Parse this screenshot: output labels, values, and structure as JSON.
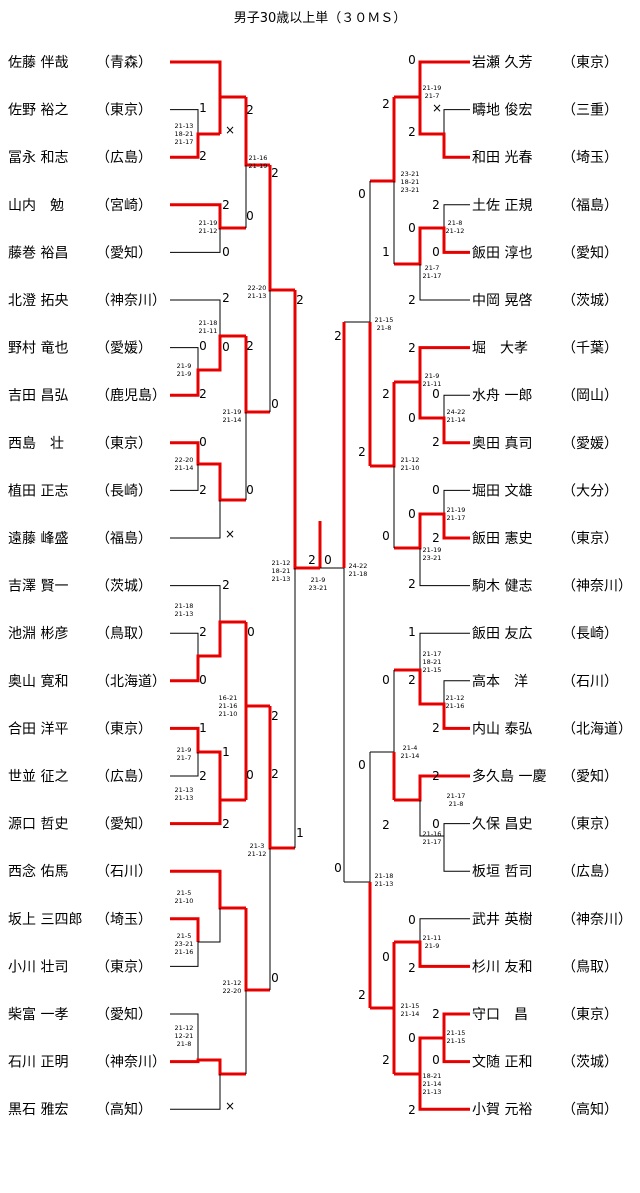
{
  "title": "男子30歳以上単（３０ＭＳ）",
  "players": {
    "left": [
      {
        "name": "佐藤 伴哉",
        "pref": "（青森）"
      },
      {
        "name": "佐野 裕之",
        "pref": "（東京）"
      },
      {
        "name": "冨永 和志",
        "pref": "（広島）"
      },
      {
        "name": "山内　勉",
        "pref": "（宮崎）"
      },
      {
        "name": "藤巻 裕昌",
        "pref": "（愛知）"
      },
      {
        "name": "北澄 拓央",
        "pref": "（神奈川）"
      },
      {
        "name": "野村 竜也",
        "pref": "（愛媛）"
      },
      {
        "name": "吉田 昌弘",
        "pref": "（鹿児島）"
      },
      {
        "name": "西島　壮",
        "pref": "（東京）"
      },
      {
        "name": "植田 正志",
        "pref": "（長崎）"
      },
      {
        "name": "遠藤 峰盛",
        "pref": "（福島）"
      },
      {
        "name": "吉澤 賢一",
        "pref": "（茨城）"
      },
      {
        "name": "池淵 彬彦",
        "pref": "（鳥取）"
      },
      {
        "name": "奥山 寛和",
        "pref": "（北海道）"
      },
      {
        "name": "合田 洋平",
        "pref": "（東京）"
      },
      {
        "name": "世並 征之",
        "pref": "（広島）"
      },
      {
        "name": "源口 哲史",
        "pref": "（愛知）"
      },
      {
        "name": "西念 佑馬",
        "pref": "（石川）"
      },
      {
        "name": "坂上 三四郎",
        "pref": "（埼玉）"
      },
      {
        "name": "小川 壮司",
        "pref": "（東京）"
      },
      {
        "name": "柴富 一孝",
        "pref": "（愛知）"
      },
      {
        "name": "石川 正明",
        "pref": "（神奈川）"
      },
      {
        "name": "黒石 雅宏",
        "pref": "（高知）"
      }
    ],
    "right": [
      {
        "name": "岩瀬 久芳",
        "pref": "（東京）"
      },
      {
        "name": "疇地 俊宏",
        "pref": "（三重）"
      },
      {
        "name": "和田 光春",
        "pref": "（埼玉）"
      },
      {
        "name": "土佐 正規",
        "pref": "（福島）"
      },
      {
        "name": "飯田 淳也",
        "pref": "（愛知）"
      },
      {
        "name": "中岡 晃啓",
        "pref": "（茨城）"
      },
      {
        "name": "堀　大孝",
        "pref": "（千葉）"
      },
      {
        "name": "水舟 一郎",
        "pref": "（岡山）"
      },
      {
        "name": "奥田 真司",
        "pref": "（愛媛）"
      },
      {
        "name": "堀田 文雄",
        "pref": "（大分）"
      },
      {
        "name": "飯田 憲史",
        "pref": "（東京）"
      },
      {
        "name": "駒木 健志",
        "pref": "（神奈川）"
      },
      {
        "name": "飯田 友広",
        "pref": "（長崎）"
      },
      {
        "name": "高本　洋",
        "pref": "（石川）"
      },
      {
        "name": "内山 泰弘",
        "pref": "（北海道）"
      },
      {
        "name": "多久島 一慶",
        "pref": "（愛知）"
      },
      {
        "name": "久保 昌史",
        "pref": "（東京）"
      },
      {
        "name": "板垣 哲司",
        "pref": "（広島）"
      },
      {
        "name": "武井 英樹",
        "pref": "（神奈川）"
      },
      {
        "name": "杉川 友和",
        "pref": "（鳥取）"
      },
      {
        "name": "守口　昌",
        "pref": "（東京）"
      },
      {
        "name": "文随 正和",
        "pref": "（茨城）"
      },
      {
        "name": "小賀 元裕",
        "pref": "（高知）"
      }
    ]
  },
  "scores": {
    "l1a_t": "1",
    "l1a_b": "2",
    "l1b_t": "2",
    "l1b_b": "0",
    "l1c_t": "0",
    "l1c_b": "2",
    "l1d_t": "2",
    "l1d_b": "0",
    "l1e_t": "0",
    "l1e_b": "2",
    "l1f_t": "2",
    "l1f_b": "0",
    "l1g_t": "2",
    "l1g_b": "0",
    "l1h_t": "1",
    "l1h_b": "2",
    "l2a_t": "2",
    "l2a_b": "0",
    "l2b_t": "2",
    "l2b_b": "0",
    "l2c_t": "1",
    "l2c_b": "2",
    "l2d_t": "2",
    "l2d_b": "0",
    "l3a_t": "2",
    "l3a_b": "0",
    "l3b_t": "2",
    "l3b_b": "0",
    "l4_t": "2",
    "l4_b": "1",
    "f_l": "2",
    "f_r": "0",
    "r1a_t": "0",
    "r1a_b": "2",
    "r1b_t": "2",
    "r1b_b": "0",
    "r1c_t": "0",
    "r1c_b": "2",
    "r1d_t": "2",
    "r1d_b": "0",
    "r1e_t": "2",
    "r1e_b": "0",
    "r1f_t": "2",
    "r1f_b": "0",
    "r1g_t": "0",
    "r1g_b": "2",
    "r1h_t": "1",
    "r1h_b": "0",
    "r2a_t": "2",
    "r2a_b": "0",
    "r2b_t": "2",
    "r2b_b": "1",
    "r2c_t": "0",
    "r2c_b": "2",
    "r2d_t": "0",
    "r2d_b": "2",
    "r2e_t": "2",
    "r2e_b": "0",
    "r2f_t": "2",
    "r2f_b": "0",
    "r2g_t": "0",
    "r2g_b": "2",
    "r2h_t": "2",
    "r2h_b": "0",
    "r3a_t": "0",
    "r3a_b": "2",
    "r3b_t": "0",
    "r3b_b": "2",
    "r4_t": "2",
    "r4_b": "0",
    "r5_t": "0",
    "r5_b": "2",
    "wo_l1": "×",
    "wo_l2": "×",
    "wo_r1": "×"
  },
  "game_scores": {
    "l1a": [
      "21-13",
      "18-21",
      "21-17"
    ],
    "l1b": [
      "21-19",
      "21-12"
    ],
    "l1c": [
      "21-18",
      "21-11"
    ],
    "l1d": [
      "21-9",
      "21-9"
    ],
    "l1e": [
      "22-20",
      "21-14"
    ],
    "l1f": [
      "21-18",
      "21-13"
    ],
    "l1g": [
      "21-9",
      "21-7"
    ],
    "l1h": [
      "21-13",
      "21-13"
    ],
    "l1i": [
      "21-5",
      "21-10"
    ],
    "l1j": [
      "21-5",
      "23-21",
      "21-16"
    ],
    "l1k": [
      "21-12",
      "12-21",
      "21-8"
    ],
    "l2a": [
      "21-16",
      "21-19"
    ],
    "l2b": [
      "21-19",
      "21-14"
    ],
    "l2c": [
      "16-21",
      "21-16",
      "21-10"
    ],
    "l2d": [
      "21-12",
      "22-20"
    ],
    "l3a": [
      "22-20",
      "21-13"
    ],
    "l3b": [
      "21-3",
      "21-12"
    ],
    "l4": [
      "21-12",
      "18-21",
      "21-13"
    ],
    "final": [
      "21-9",
      "23-21"
    ],
    "r_sf": [
      "24-22",
      "21-18"
    ],
    "r1a": [
      "21-19",
      "21-7"
    ],
    "r1b": [
      "21-8",
      "21-12"
    ],
    "r1c": [
      "21-7",
      "21-17"
    ],
    "r1d": [
      "21-9",
      "21-11"
    ],
    "r1e": [
      "24-22",
      "21-14"
    ],
    "r1f": [
      "21-19",
      "21-17"
    ],
    "r1g": [
      "21-19",
      "23-21"
    ],
    "r1h": [
      "21-17",
      "18-21",
      "21-15"
    ],
    "r1i": [
      "21-12",
      "21-16"
    ],
    "r1j": [
      "21-17",
      "21-8"
    ],
    "r1k": [
      "21-16",
      "21-17"
    ],
    "r1l": [
      "21-11",
      "21-9"
    ],
    "r1m": [
      "21-15",
      "21-15"
    ],
    "r1n": [
      "18-21",
      "21-14",
      "21-13"
    ],
    "r2a": [
      "23-21",
      "18-21",
      "23-21"
    ],
    "r2b": [
      "21-12",
      "21-10"
    ],
    "r2c": [
      "21-4",
      "21-14"
    ],
    "r2d": [
      "21-15",
      "21-14"
    ],
    "r3a": [
      "21-15",
      "21-8"
    ],
    "r3b": [
      "21-18",
      "21-13"
    ]
  }
}
